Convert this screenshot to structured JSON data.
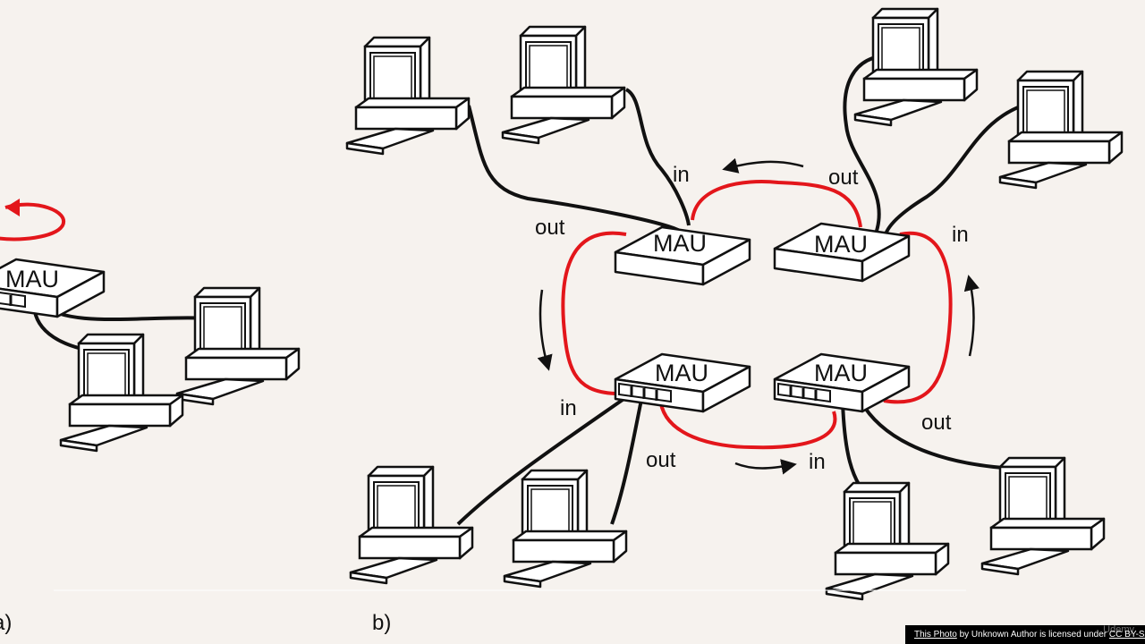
{
  "colors": {
    "ring": "#e3161b",
    "cable": "#111111",
    "background": "#f6f2ee"
  },
  "panel_a": {
    "caption": "a)",
    "mau_label": "MAU"
  },
  "panel_b": {
    "caption": "b)",
    "maus": [
      {
        "label": "MAU",
        "in_label": "in",
        "out_label": "out"
      },
      {
        "label": "MAU",
        "in_label": "in",
        "out_label": "out"
      },
      {
        "label": "MAU",
        "in_label": "in",
        "out_label": "out"
      },
      {
        "label": "MAU",
        "in_label": "in",
        "out_label": "out"
      }
    ]
  },
  "attribution": {
    "photo_link": "This Photo",
    "middle": " by Unknown Author is licensed under ",
    "license_link": "CC BY-SA"
  },
  "watermark": "Udemy",
  "icons": [
    "computer-icon",
    "mau-hub-icon",
    "direction-arrow-icon"
  ]
}
